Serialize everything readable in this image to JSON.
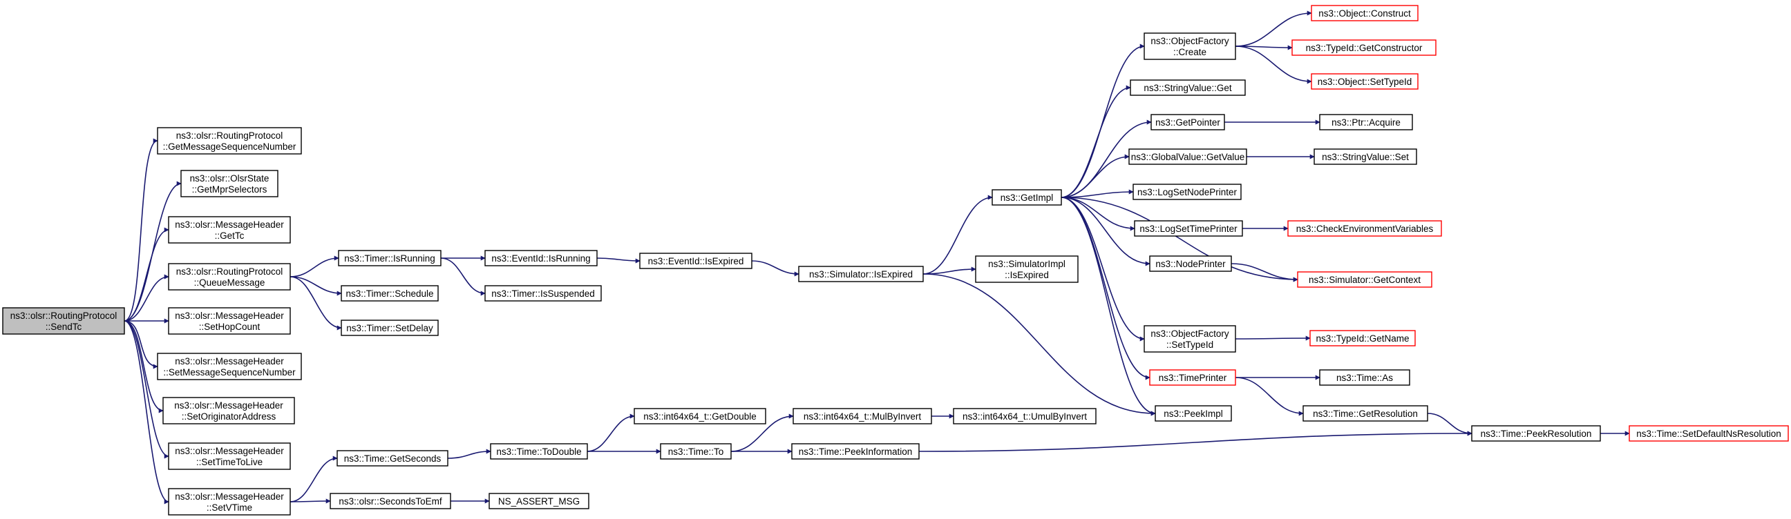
{
  "graph": {
    "edge_color": "#191970",
    "root_fill": "#bfbfbf",
    "truncated_border": "#ff0000",
    "nodes": [
      {
        "id": "sendtc",
        "lines": [
          "ns3::olsr::RoutingProtocol",
          "::SendTc"
        ],
        "style": "root"
      },
      {
        "id": "getmsgseq",
        "lines": [
          "ns3::olsr::RoutingProtocol",
          "::GetMessageSequenceNumber"
        ],
        "style": "normal"
      },
      {
        "id": "getmprsel",
        "lines": [
          "ns3::olsr::OlsrState",
          "::GetMprSelectors"
        ],
        "style": "normal"
      },
      {
        "id": "gettc",
        "lines": [
          "ns3::olsr::MessageHeader",
          "::GetTc"
        ],
        "style": "normal"
      },
      {
        "id": "queuemsg",
        "lines": [
          "ns3::olsr::RoutingProtocol",
          "::QueueMessage"
        ],
        "style": "normal"
      },
      {
        "id": "sethop",
        "lines": [
          "ns3::olsr::MessageHeader",
          "::SetHopCount"
        ],
        "style": "normal"
      },
      {
        "id": "setmsgseq",
        "lines": [
          "ns3::olsr::MessageHeader",
          "::SetMessageSequenceNumber"
        ],
        "style": "normal"
      },
      {
        "id": "setorig",
        "lines": [
          "ns3::olsr::MessageHeader",
          "::SetOriginatorAddress"
        ],
        "style": "normal"
      },
      {
        "id": "setttl",
        "lines": [
          "ns3::olsr::MessageHeader",
          "::SetTimeToLive"
        ],
        "style": "normal"
      },
      {
        "id": "setvtime",
        "lines": [
          "ns3::olsr::MessageHeader",
          "::SetVTime"
        ],
        "style": "normal"
      },
      {
        "id": "timerisrunning",
        "lines": [
          "ns3::Timer::IsRunning"
        ],
        "style": "normal"
      },
      {
        "id": "timerschedule",
        "lines": [
          "ns3::Timer::Schedule"
        ],
        "style": "normal"
      },
      {
        "id": "timersetdelay",
        "lines": [
          "ns3::Timer::SetDelay"
        ],
        "style": "normal"
      },
      {
        "id": "eventisrunning",
        "lines": [
          "ns3::EventId::IsRunning"
        ],
        "style": "normal"
      },
      {
        "id": "timerissuspended",
        "lines": [
          "ns3::Timer::IsSuspended"
        ],
        "style": "normal"
      },
      {
        "id": "eventisexpired",
        "lines": [
          "ns3::EventId::IsExpired"
        ],
        "style": "normal"
      },
      {
        "id": "simisexpired",
        "lines": [
          "ns3::Simulator::IsExpired"
        ],
        "style": "normal"
      },
      {
        "id": "getimpl",
        "lines": [
          "ns3::GetImpl"
        ],
        "style": "normal"
      },
      {
        "id": "simimplisexpired",
        "lines": [
          "ns3::SimulatorImpl",
          "::IsExpired"
        ],
        "style": "normal"
      },
      {
        "id": "objfactcreate",
        "lines": [
          "ns3::ObjectFactory",
          "::Create"
        ],
        "style": "normal"
      },
      {
        "id": "objconstruct",
        "lines": [
          "ns3::Object::Construct"
        ],
        "style": "trunc"
      },
      {
        "id": "typeidgetctor",
        "lines": [
          "ns3::TypeId::GetConstructor"
        ],
        "style": "trunc"
      },
      {
        "id": "objsettypeid",
        "lines": [
          "ns3::Object::SetTypeId"
        ],
        "style": "trunc"
      },
      {
        "id": "strvalget",
        "lines": [
          "ns3::StringValue::Get"
        ],
        "style": "normal"
      },
      {
        "id": "getpointer",
        "lines": [
          "ns3::GetPointer"
        ],
        "style": "normal"
      },
      {
        "id": "ptracquire",
        "lines": [
          "ns3::Ptr::Acquire"
        ],
        "style": "normal"
      },
      {
        "id": "globalvalget",
        "lines": [
          "ns3::GlobalValue::GetValue"
        ],
        "style": "normal"
      },
      {
        "id": "strvalset",
        "lines": [
          "ns3::StringValue::Set"
        ],
        "style": "normal"
      },
      {
        "id": "logsetnode",
        "lines": [
          "ns3::LogSetNodePrinter"
        ],
        "style": "normal"
      },
      {
        "id": "logsettime",
        "lines": [
          "ns3::LogSetTimePrinter"
        ],
        "style": "normal"
      },
      {
        "id": "checkenv",
        "lines": [
          "ns3::CheckEnvironmentVariables"
        ],
        "style": "trunc"
      },
      {
        "id": "nodeprinter",
        "lines": [
          "ns3::NodePrinter"
        ],
        "style": "normal"
      },
      {
        "id": "simgetctx",
        "lines": [
          "ns3::Simulator::GetContext"
        ],
        "style": "trunc"
      },
      {
        "id": "objfactsettype",
        "lines": [
          "ns3::ObjectFactory",
          "::SetTypeId"
        ],
        "style": "normal"
      },
      {
        "id": "typeidgetname",
        "lines": [
          "ns3::TypeId::GetName"
        ],
        "style": "trunc"
      },
      {
        "id": "timeprinter",
        "lines": [
          "ns3::TimePrinter"
        ],
        "style": "trunc"
      },
      {
        "id": "timeas",
        "lines": [
          "ns3::Time::As"
        ],
        "style": "normal"
      },
      {
        "id": "peekimpl",
        "lines": [
          "ns3::PeekImpl"
        ],
        "style": "normal"
      },
      {
        "id": "timegetres",
        "lines": [
          "ns3::Time::GetResolution"
        ],
        "style": "normal"
      },
      {
        "id": "timepeekres",
        "lines": [
          "ns3::Time::PeekResolution"
        ],
        "style": "normal"
      },
      {
        "id": "timesetdefres",
        "lines": [
          "ns3::Time::SetDefaultNsResolution"
        ],
        "style": "trunc"
      },
      {
        "id": "int64getdouble",
        "lines": [
          "ns3::int64x64_t::GetDouble"
        ],
        "style": "normal"
      },
      {
        "id": "timegetseconds",
        "lines": [
          "ns3::Time::GetSeconds"
        ],
        "style": "normal"
      },
      {
        "id": "timetodouble",
        "lines": [
          "ns3::Time::ToDouble"
        ],
        "style": "normal"
      },
      {
        "id": "timeto",
        "lines": [
          "ns3::Time::To"
        ],
        "style": "normal"
      },
      {
        "id": "int64mulbyinv",
        "lines": [
          "ns3::int64x64_t::MulByInvert"
        ],
        "style": "normal"
      },
      {
        "id": "int64umulbyinv",
        "lines": [
          "ns3::int64x64_t::UmulByInvert"
        ],
        "style": "normal"
      },
      {
        "id": "timepeekinfo",
        "lines": [
          "ns3::Time::PeekInformation"
        ],
        "style": "normal"
      },
      {
        "id": "secondstoemf",
        "lines": [
          "ns3::olsr::SecondsToEmf"
        ],
        "style": "normal"
      },
      {
        "id": "nsassertmsg",
        "lines": [
          "NS_ASSERT_MSG"
        ],
        "style": "normal"
      }
    ],
    "edges": [
      [
        "sendtc",
        "getmsgseq"
      ],
      [
        "sendtc",
        "getmprsel"
      ],
      [
        "sendtc",
        "gettc"
      ],
      [
        "sendtc",
        "queuemsg"
      ],
      [
        "sendtc",
        "sethop"
      ],
      [
        "sendtc",
        "setmsgseq"
      ],
      [
        "sendtc",
        "setorig"
      ],
      [
        "sendtc",
        "setttl"
      ],
      [
        "sendtc",
        "setvtime"
      ],
      [
        "queuemsg",
        "timerisrunning"
      ],
      [
        "queuemsg",
        "timerschedule"
      ],
      [
        "queuemsg",
        "timersetdelay"
      ],
      [
        "timerisrunning",
        "eventisrunning"
      ],
      [
        "timerisrunning",
        "timerissuspended"
      ],
      [
        "eventisrunning",
        "eventisexpired"
      ],
      [
        "eventisexpired",
        "simisexpired"
      ],
      [
        "simisexpired",
        "getimpl"
      ],
      [
        "simisexpired",
        "simimplisexpired"
      ],
      [
        "simisexpired",
        "peekimpl"
      ],
      [
        "getimpl",
        "objfactcreate"
      ],
      [
        "getimpl",
        "strvalget"
      ],
      [
        "getimpl",
        "getpointer"
      ],
      [
        "getimpl",
        "globalvalget"
      ],
      [
        "getimpl",
        "logsetnode"
      ],
      [
        "getimpl",
        "logsettime"
      ],
      [
        "getimpl",
        "nodeprinter"
      ],
      [
        "getimpl",
        "simgetctx"
      ],
      [
        "getimpl",
        "objfactsettype"
      ],
      [
        "getimpl",
        "timeprinter"
      ],
      [
        "getimpl",
        "peekimpl"
      ],
      [
        "objfactcreate",
        "objconstruct"
      ],
      [
        "objfactcreate",
        "typeidgetctor"
      ],
      [
        "objfactcreate",
        "objsettypeid"
      ],
      [
        "getpointer",
        "ptracquire"
      ],
      [
        "globalvalget",
        "strvalset"
      ],
      [
        "logsettime",
        "checkenv"
      ],
      [
        "nodeprinter",
        "simgetctx"
      ],
      [
        "objfactsettype",
        "typeidgetname"
      ],
      [
        "timeprinter",
        "timeas"
      ],
      [
        "timeprinter",
        "timegetres"
      ],
      [
        "timegetres",
        "timepeekres"
      ],
      [
        "timepeekres",
        "timesetdefres"
      ],
      [
        "setvtime",
        "timegetseconds"
      ],
      [
        "setvtime",
        "secondstoemf"
      ],
      [
        "timegetseconds",
        "timetodouble"
      ],
      [
        "timetodouble",
        "int64getdouble"
      ],
      [
        "timetodouble",
        "timeto"
      ],
      [
        "timeto",
        "int64mulbyinv"
      ],
      [
        "timeto",
        "timepeekinfo"
      ],
      [
        "int64mulbyinv",
        "int64umulbyinv"
      ],
      [
        "timepeekinfo",
        "timepeekres"
      ],
      [
        "secondstoemf",
        "nsassertmsg"
      ]
    ]
  }
}
